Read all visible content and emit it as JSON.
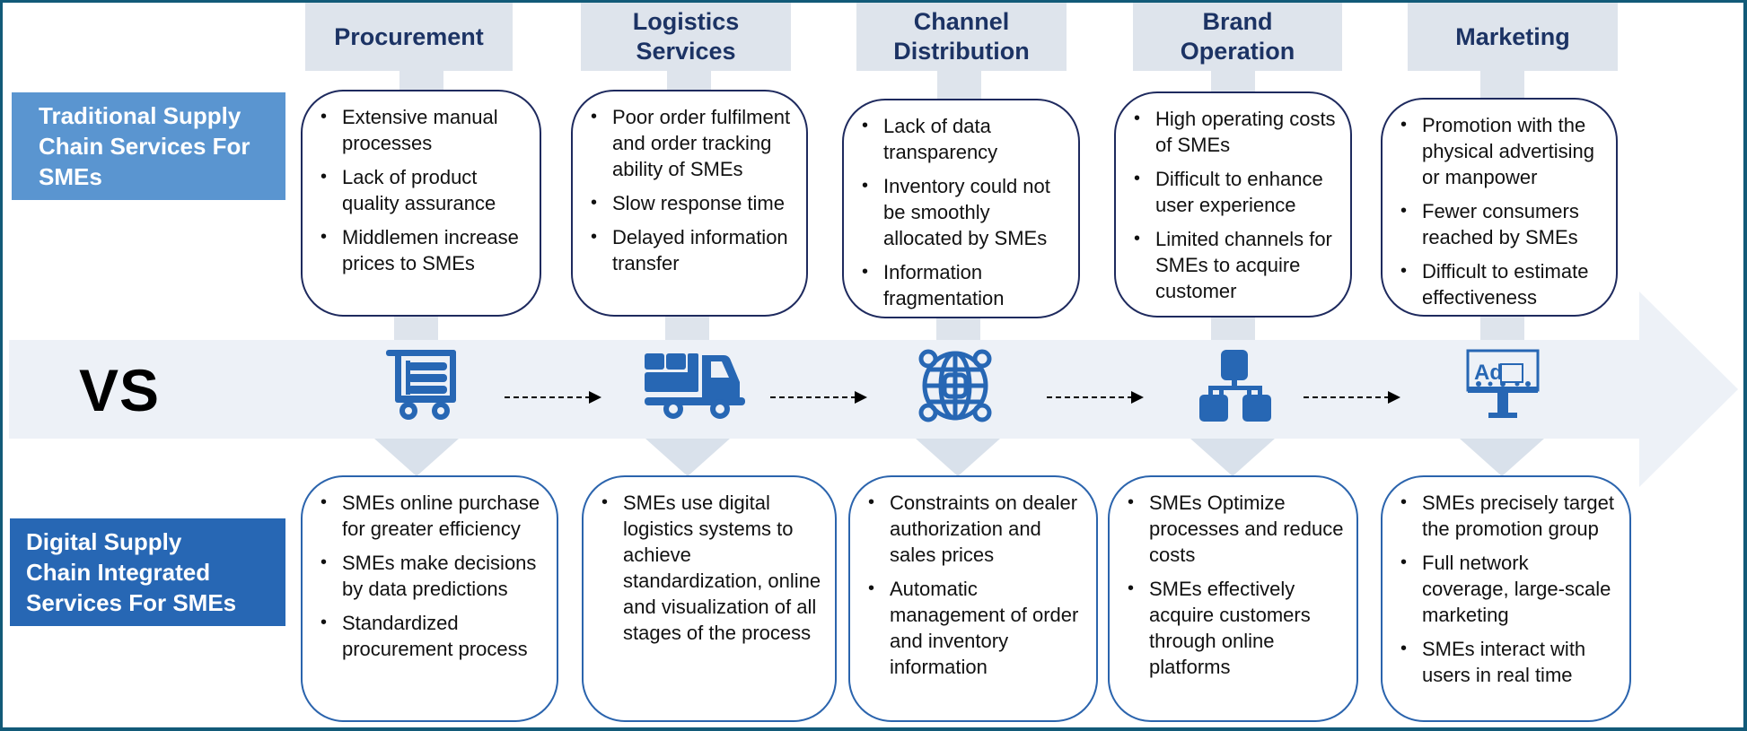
{
  "diagram": {
    "vs_text": "VS",
    "row_labels": {
      "traditional": "Traditional Supply\nChain Services For\nSMEs",
      "digital": "Digital Supply\nChain Integrated\nServices For SMEs"
    },
    "colors": {
      "traditional_label_bg": "#5a95d0",
      "digital_label_bg": "#2767b4",
      "header_bg": "#dee4ec",
      "header_text": "#1c3364",
      "icon_blue": "#2767b4",
      "band_bg": "#edf1f7",
      "frame_border": "#125a78"
    },
    "columns": [
      {
        "title": "Procurement",
        "icon": "shopping-cart-icon",
        "traditional": [
          "Extensive manual processes",
          "Lack of product quality assurance",
          "Middlemen increase prices to SMEs"
        ],
        "digital": [
          "SMEs online purchase for greater efficiency",
          "SMEs make decisions by data predictions",
          "Standardized procurement process"
        ]
      },
      {
        "title": "Logistics\nServices",
        "icon": "delivery-truck-icon",
        "traditional": [
          "Poor order fulfilment and order tracking ability of SMEs",
          "Slow response time",
          "Delayed information transfer"
        ],
        "digital": [
          "SMEs use digital logistics systems to achieve standardization, online and visualization of all stages of the process"
        ]
      },
      {
        "title": "Channel\nDistribution",
        "icon": "global-network-icon",
        "traditional": [
          "Lack of data transparency",
          "Inventory could not be smoothly allocated by SMEs",
          "Information fragmentation"
        ],
        "digital": [
          "Constraints on dealer authorization and sales prices",
          "Automatic management of order and inventory information"
        ]
      },
      {
        "title": "Brand\nOperation",
        "icon": "org-hierarchy-icon",
        "traditional": [
          "High operating costs of SMEs",
          "Difficult to enhance user experience",
          "Limited channels for SMEs to acquire customer"
        ],
        "digital": [
          "SMEs Optimize processes and reduce costs",
          "SMEs effectively acquire customers through online platforms"
        ]
      },
      {
        "title": "Marketing",
        "icon": "billboard-ad-icon",
        "traditional": [
          "Promotion with the physical advertising or manpower",
          "Fewer consumers reached by SMEs",
          "Difficult to estimate effectiveness"
        ],
        "digital": [
          "SMEs precisely target the promotion group",
          "Full network coverage, large-scale marketing",
          "SMEs interact with users in real time"
        ]
      }
    ],
    "billboard_text": "Ad"
  }
}
